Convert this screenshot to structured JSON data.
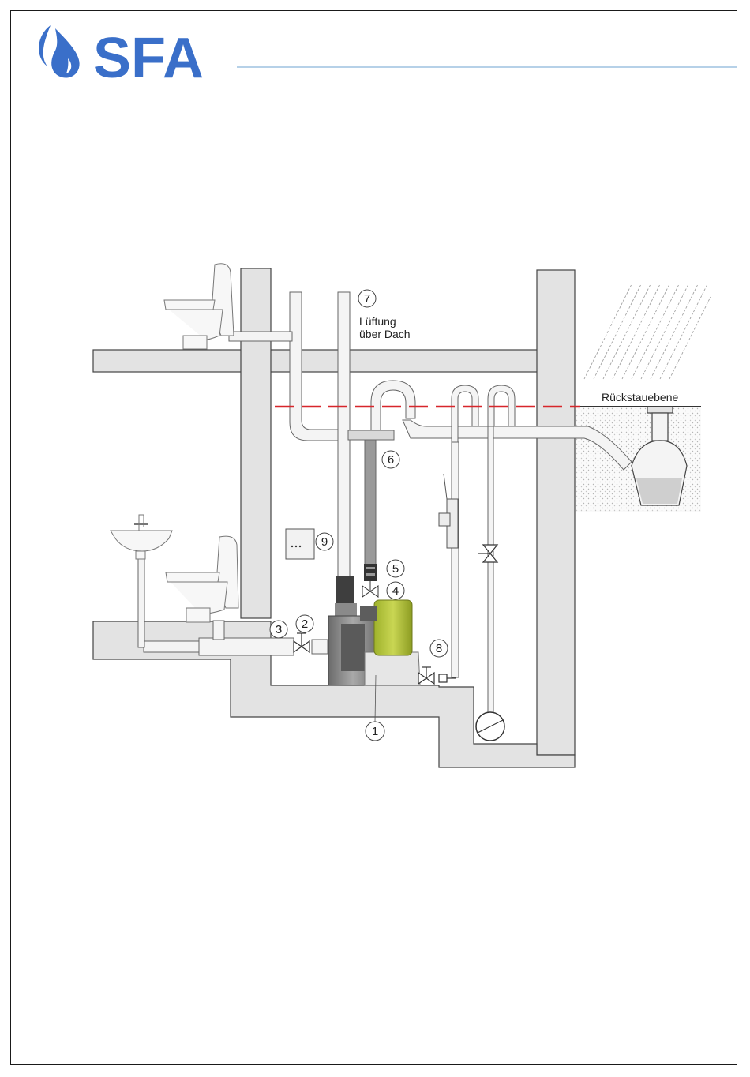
{
  "brand": {
    "name": "SFA",
    "color": "#3a6fc9",
    "rule_color": "#9ec2e0"
  },
  "labels": {
    "ventilation_line1": "Lüftung",
    "ventilation_line2": "über Dach",
    "backflow_level": "Rückstauebene"
  },
  "callouts": [
    {
      "id": "1",
      "text": "1"
    },
    {
      "id": "2",
      "text": "2"
    },
    {
      "id": "3",
      "text": "3"
    },
    {
      "id": "4",
      "text": "4"
    },
    {
      "id": "5",
      "text": "5"
    },
    {
      "id": "6",
      "text": "6"
    },
    {
      "id": "7",
      "text": "7"
    },
    {
      "id": "8",
      "text": "8"
    },
    {
      "id": "9",
      "text": "9"
    }
  ],
  "colors": {
    "wall_fill": "#e3e3e3",
    "wall_stroke": "#444444",
    "backflow_line": "#d7262b",
    "pump_green": "#b6c53a",
    "pump_gray": "#8a8a8a"
  }
}
